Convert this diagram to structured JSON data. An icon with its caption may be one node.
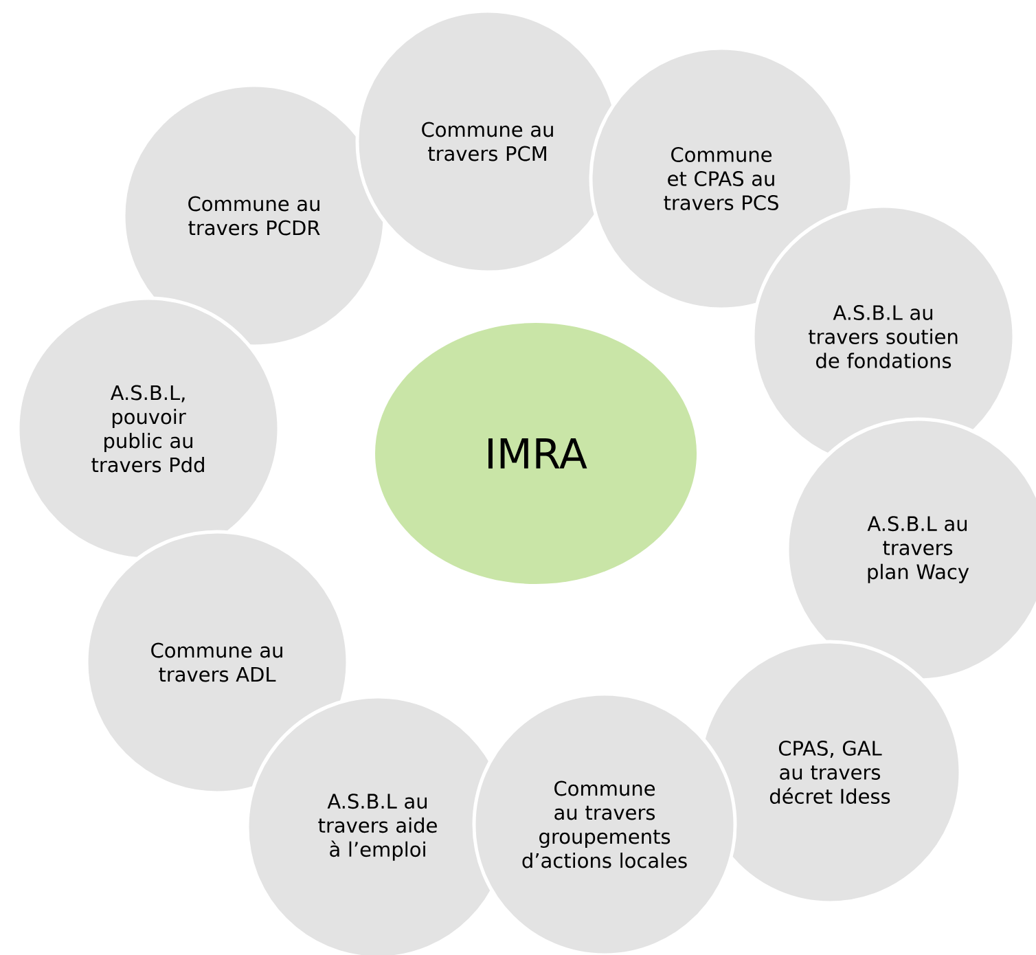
{
  "diagram": {
    "nodes": [
      {
        "text": [
          "IMRA"
        ]
      },
      {
        "text": [
          "Commune au travers PCM"
        ]
      },
      {
        "text": [
          "Commune et CPAS au travers PCS"
        ]
      },
      {
        "text": [
          "A.S.B.L au travers soutien de fondations"
        ]
      },
      {
        "text": [
          "A.S.B.L au travers plan Wacy"
        ]
      },
      {
        "text": [
          "CPAS, GAL au travers décret Idess"
        ]
      },
      {
        "text": [
          "Commune au travers groupements d’actions locales"
        ]
      },
      {
        "text": [
          "A.S.B.L au travers aide à l’emploi"
        ]
      },
      {
        "text": [
          "Commune au travers ADL"
        ]
      },
      {
        "text": [
          "A.S.B.L, pouvoir public au travers Pdd"
        ]
      },
      {
        "text": [
          "Commune au travers PCDR"
        ]
      }
    ]
  }
}
